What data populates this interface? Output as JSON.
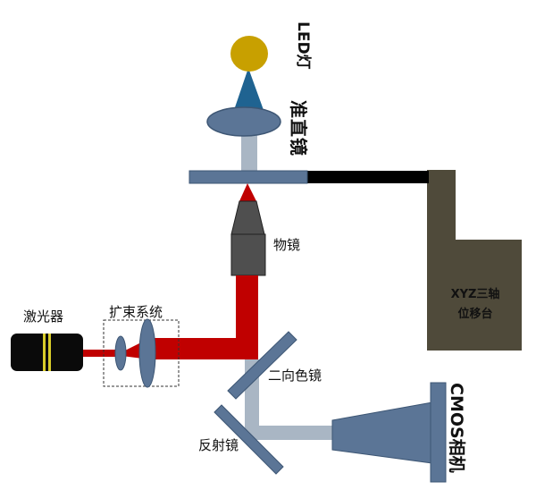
{
  "labels": {
    "led": "LED灯",
    "collimator": "准直镜",
    "objective": "物镜",
    "stage_line1": "XYZ三轴",
    "stage_line2": "位移台",
    "laser": "激光器",
    "beam_expander": "扩束系统",
    "dichroic": "二向色镜",
    "mirror": "反射镜",
    "camera": "CMOS相机"
  },
  "colors": {
    "laser_beam": "#c00000",
    "led_light": "#1f6391",
    "led": "#c8a000",
    "optics": "#5b7596",
    "optics_stroke": "#3d5674",
    "detection_path": "#a9b6c4",
    "stage": "#4f4a3a",
    "laser_body": "#0a0a0a",
    "objective_body": "#4f4f4f"
  }
}
